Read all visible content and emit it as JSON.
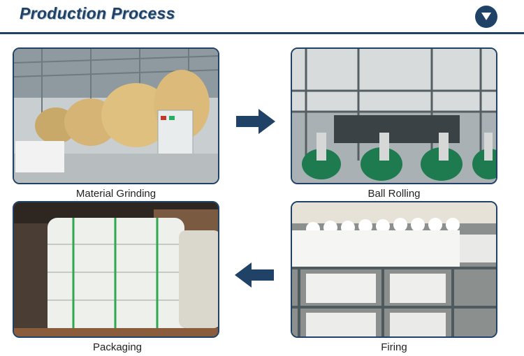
{
  "header": {
    "title": "Production Process",
    "dropdown_icon": "chevron-down-icon"
  },
  "steps": [
    {
      "label": "Material Grinding"
    },
    {
      "label": "Ball Rolling"
    },
    {
      "label": "Packaging"
    },
    {
      "label": "Firing"
    }
  ],
  "colors": {
    "brand": "#1f4266",
    "arrow": "#1f4266"
  }
}
